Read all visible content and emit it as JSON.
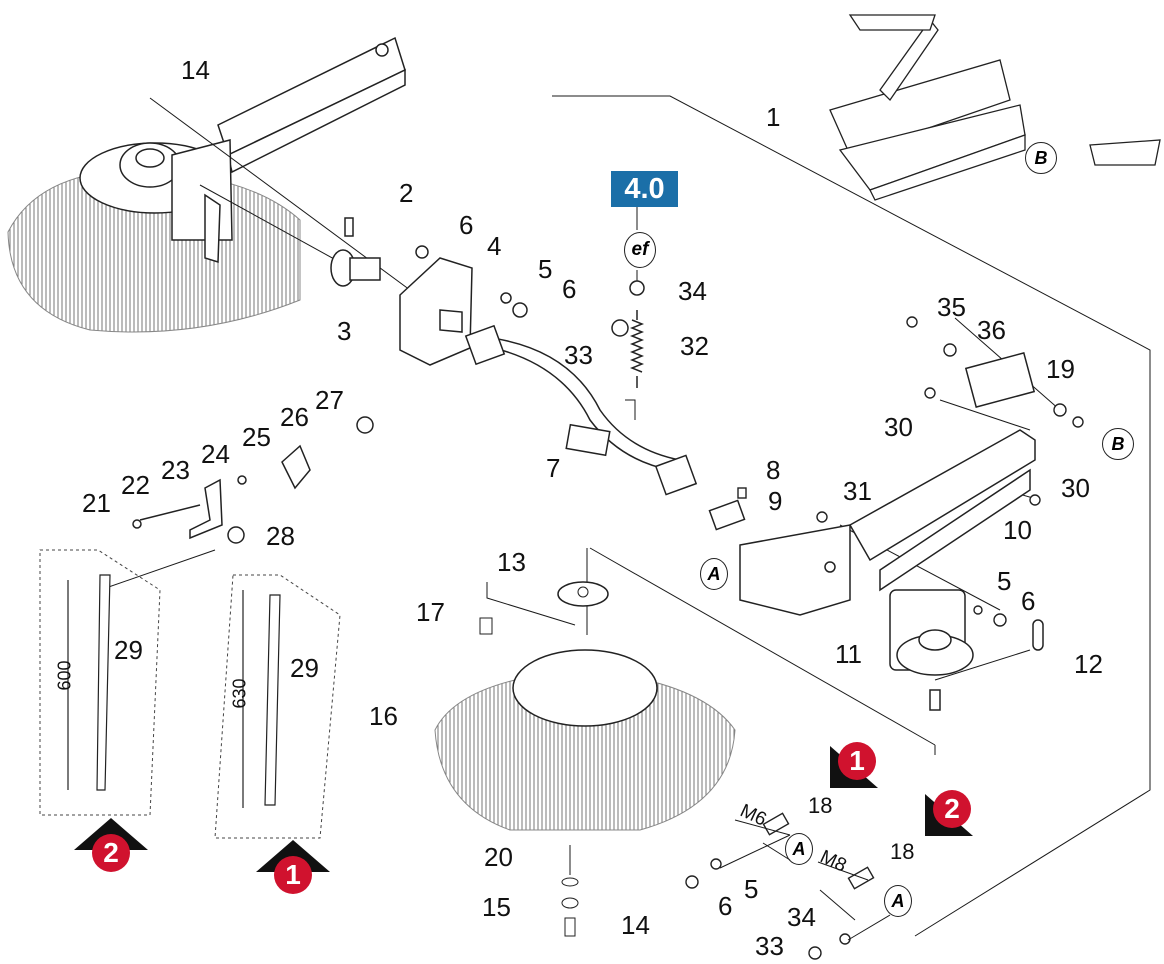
{
  "badge": "4.0",
  "markers": {
    "ef": "ef",
    "a": "A",
    "b": "B",
    "one": "1",
    "two": "2"
  },
  "labels": {
    "n1": "1",
    "n2": "2",
    "n3": "3",
    "n4": "4",
    "n5a": "5",
    "n6a": "6",
    "n6b": "6",
    "n7": "7",
    "n8": "8",
    "n9": "9",
    "n10": "10",
    "n11": "11",
    "n12": "12",
    "n13": "13",
    "n14a": "14",
    "n14b": "14",
    "n15": "15",
    "n16": "16",
    "n17": "17",
    "n18a": "18",
    "n18b": "18",
    "n19": "19",
    "n20": "20",
    "n21": "21",
    "n22": "22",
    "n23": "23",
    "n24": "24",
    "n25": "25",
    "n26": "26",
    "n27": "27",
    "n28": "28",
    "n29a": "29",
    "n29b": "29",
    "n30a": "30",
    "n30b": "30",
    "n31": "31",
    "n32": "32",
    "n33a": "33",
    "n33b": "33",
    "n34a": "34",
    "n34b": "34",
    "n35": "35",
    "n36": "36",
    "n5b": "5",
    "n6c": "6",
    "n5c": "5",
    "n6d": "6"
  },
  "dims": {
    "d600": "600",
    "d630": "630"
  },
  "threads": {
    "m6": "M6",
    "m8": "M8"
  },
  "colors": {
    "badge": "#1b6fa8",
    "marker_red": "#d0122e",
    "line": "#1a1a1a",
    "bristle": "#777777"
  }
}
